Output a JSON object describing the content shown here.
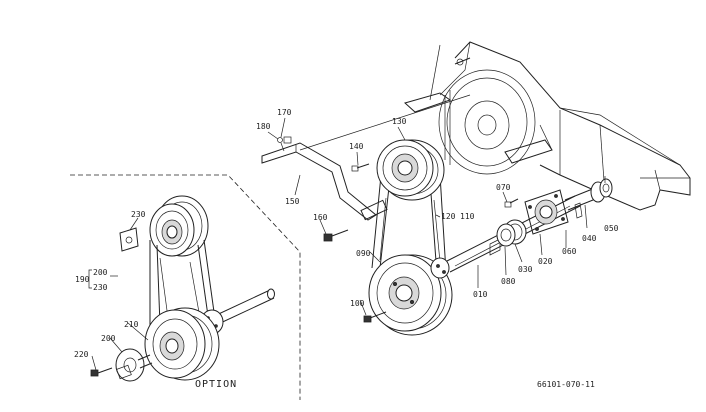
{
  "diagram": {
    "callouts": [
      {
        "id": "c170",
        "text": "170"
      },
      {
        "id": "c180",
        "text": "180"
      },
      {
        "id": "c130",
        "text": "130"
      },
      {
        "id": "c140",
        "text": "140"
      },
      {
        "id": "c150",
        "text": "150"
      },
      {
        "id": "c160",
        "text": "160"
      },
      {
        "id": "c090",
        "text": "090"
      },
      {
        "id": "c120",
        "text": "120"
      },
      {
        "id": "c110",
        "text": "110"
      },
      {
        "id": "c070",
        "text": "070"
      },
      {
        "id": "c050",
        "text": "050"
      },
      {
        "id": "c040",
        "text": "040"
      },
      {
        "id": "c060",
        "text": "060"
      },
      {
        "id": "c020",
        "text": "020"
      },
      {
        "id": "c030",
        "text": "030"
      },
      {
        "id": "c080",
        "text": "080"
      },
      {
        "id": "c010",
        "text": "010"
      },
      {
        "id": "c100",
        "text": "100"
      },
      {
        "id": "c230a",
        "text": "230"
      },
      {
        "id": "c190",
        "text": "190"
      },
      {
        "id": "c200a",
        "text": "200"
      },
      {
        "id": "c230b",
        "text": "230"
      },
      {
        "id": "c210",
        "text": "210"
      },
      {
        "id": "c200b",
        "text": "200"
      },
      {
        "id": "c220",
        "text": "220"
      }
    ],
    "option_label": "OPTION",
    "drawing_number": "66101-070-11"
  }
}
